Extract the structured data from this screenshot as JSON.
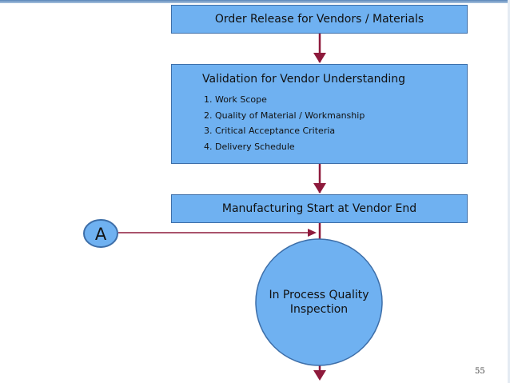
{
  "colors": {
    "box_fill": "#6fb1f1",
    "box_border": "#3d6ea8",
    "arrow": "#8e1a3c",
    "top_bar": "#5a86b8"
  },
  "flowchart": {
    "step1": "Order Release for Vendors / Materials",
    "step2": {
      "title": "Validation for Vendor Understanding",
      "items": [
        "1. Work Scope",
        "2. Quality of Material / Workmanship",
        "3. Critical Acceptance Criteria",
        "4. Delivery Schedule"
      ]
    },
    "step3": "Manufacturing Start at Vendor End",
    "step4": "In Process Quality Inspection",
    "connector": "A"
  },
  "page_number": "55"
}
